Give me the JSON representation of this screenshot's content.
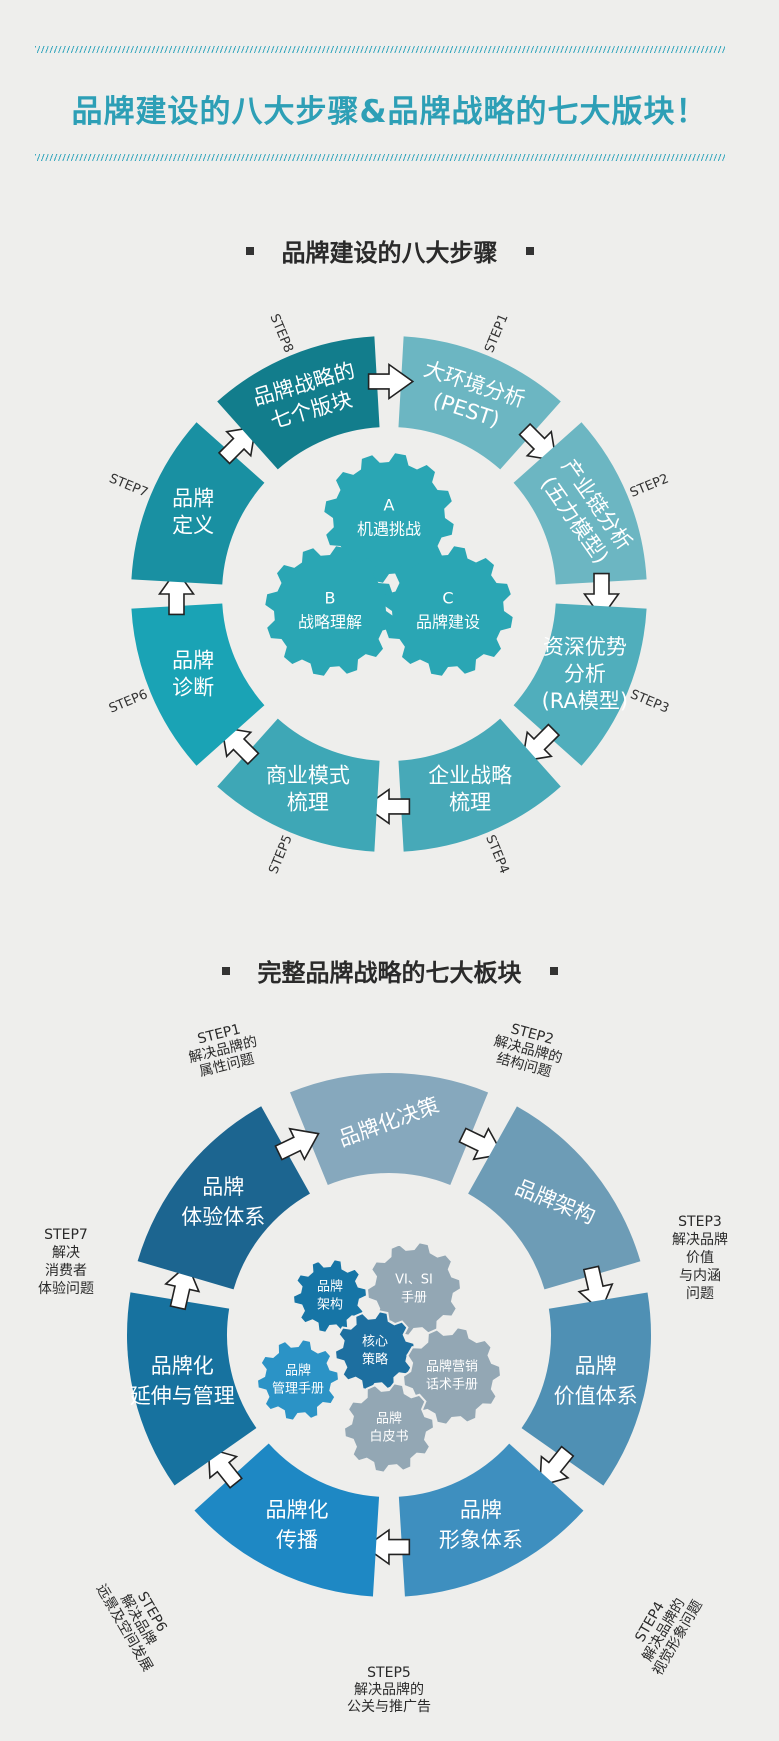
{
  "title": "品牌建设的八大步骤&品牌战略的七大版块！",
  "section1": {
    "heading": "品牌建设的八大步骤",
    "segments": [
      {
        "label": [
          "大环境分析",
          "(PEST)"
        ],
        "step": "STEP1",
        "color": "#6cb6c2"
      },
      {
        "label": [
          "产业链分析",
          "(五力模型)"
        ],
        "step": "STEP2",
        "color": "#6cb6c2"
      },
      {
        "label": [
          "资深优势",
          "分析",
          "(RA模型)"
        ],
        "step": "STEP3",
        "color": "#50aebc"
      },
      {
        "label": [
          "企业战略",
          "梳理"
        ],
        "step": "STEP4",
        "color": "#47a9b8"
      },
      {
        "label": [
          "商业模式",
          "梳理"
        ],
        "step": "STEP5",
        "color": "#3ea7b6"
      },
      {
        "label": [
          "品牌",
          "诊断"
        ],
        "step": "STEP6",
        "color": "#1aa3b5"
      },
      {
        "label": [
          "品牌",
          "定义"
        ],
        "step": "STEP7",
        "color": "#1990a2"
      },
      {
        "label": [
          "品牌战略的",
          "七个版块"
        ],
        "step": "STEP8",
        "color": "#127d8c"
      }
    ],
    "gears": [
      {
        "label": [
          "A",
          "机遇挑战"
        ],
        "color": "#2aa6b4"
      },
      {
        "label": [
          "B",
          "战略理解"
        ],
        "color": "#2aa6b4"
      },
      {
        "label": [
          "C",
          "品牌建设"
        ],
        "color": "#2aa6b4"
      }
    ]
  },
  "section2": {
    "heading": "完整品牌战略的七大板块",
    "segments": [
      {
        "label": [
          "品牌化决策"
        ],
        "step": "STEP1",
        "desc": [
          "解决品牌的",
          "属性问题"
        ],
        "color": "#86a8bd"
      },
      {
        "label": [
          "品牌架构"
        ],
        "step": "STEP2",
        "desc": [
          "解决品牌的",
          "结构问题"
        ],
        "color": "#6d9cb6"
      },
      {
        "label": [
          "品牌",
          "价值体系"
        ],
        "step": "STEP3",
        "desc": [
          "解决品牌",
          "价值",
          "与内涵",
          "问题"
        ],
        "color": "#4f90b4"
      },
      {
        "label": [
          "品牌",
          "形象体系"
        ],
        "step": "STEP4",
        "desc": [
          "解决品牌的",
          "视觉形象问题"
        ],
        "color": "#3e8fbf"
      },
      {
        "label": [
          "品牌化",
          "传播"
        ],
        "step": "STEP5",
        "desc": [
          "解决品牌的",
          "公关与推广告"
        ],
        "color": "#1e88c4"
      },
      {
        "label": [
          "品牌化",
          "延伸与管理"
        ],
        "step": "STEP6",
        "desc": [
          "解决品牌",
          "远景及空间发展"
        ],
        "color": "#17729f"
      },
      {
        "label": [
          "品牌",
          "体验体系"
        ],
        "step": "STEP7",
        "desc": [
          "解决",
          "消费者",
          "体验问题"
        ],
        "color": "#1c6590"
      }
    ],
    "gears": [
      {
        "label": [
          "品牌",
          "架构"
        ],
        "color": "#1675a6"
      },
      {
        "label": [
          "VI、SI",
          "手册"
        ],
        "color": "#93a7b4"
      },
      {
        "label": [
          "核心",
          "策略"
        ],
        "color": "#1d6fa0"
      },
      {
        "label": [
          "品牌营销",
          "话术手册"
        ],
        "color": "#93a7b4"
      },
      {
        "label": [
          "品牌",
          "管理手册"
        ],
        "color": "#2b93c6"
      },
      {
        "label": [
          "品牌",
          "白皮书"
        ],
        "color": "#93a7b4"
      }
    ]
  }
}
